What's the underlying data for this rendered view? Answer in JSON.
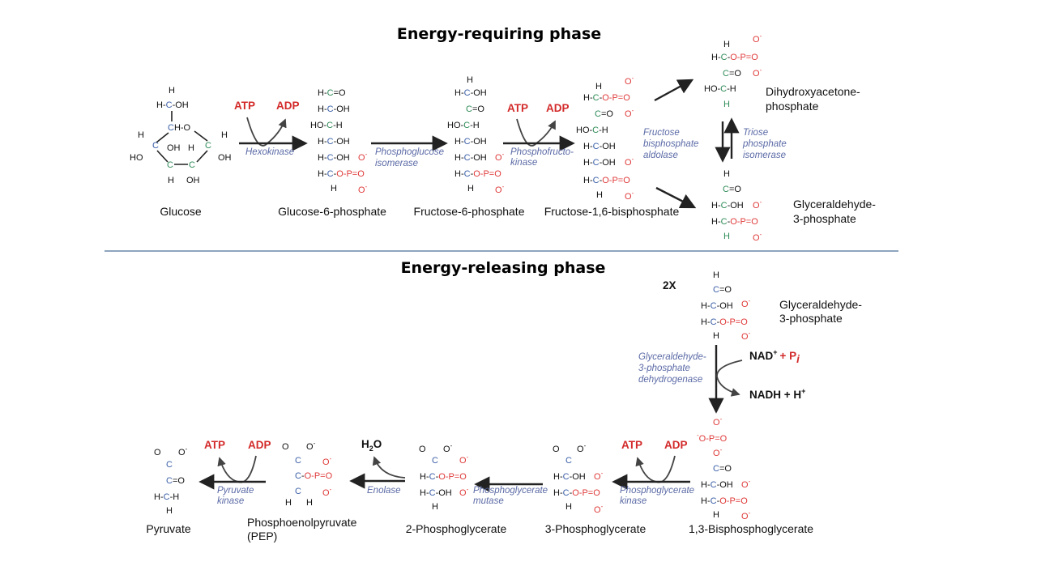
{
  "phases": {
    "top_title": "Energy-requiring phase",
    "bottom_title": "Energy-releasing phase"
  },
  "multiplier": "2X",
  "molecules": {
    "glucose": "Glucose",
    "g6p": "Glucose-6-phosphate",
    "f6p": "Fructose-6-phosphate",
    "f16bp": "Fructose-1,6-bisphosphate",
    "dhap_line1": "Dihydroxyacetone-",
    "dhap_line2": "phosphate",
    "g3p_line1": "Glyceraldehyde-",
    "g3p_line2": "3-phosphate",
    "g3p2_line1": "Glyceraldehyde-",
    "g3p2_line2": "3-phosphate",
    "bpg13": "1,3-Bisphosphoglycerate",
    "pg3": "3-Phosphoglycerate",
    "pg2": "2-Phosphoglycerate",
    "pep_line1": "Phosphoenolpyruvate",
    "pep_line2": "(PEP)",
    "pyruvate": "Pyruvate"
  },
  "enzymes": {
    "hexokinase": "Hexokinase",
    "pgi_line1": "Phosphoglucose",
    "pgi_line2": "isomerase",
    "pfk_line1": "Phosphofructo-",
    "pfk_line2": "kinase",
    "aldolase_line1": "Fructose",
    "aldolase_line2": "bisphosphate",
    "aldolase_line3": "aldolase",
    "tpi_line1": "Triose",
    "tpi_line2": "phosphate",
    "tpi_line3": "isomerase",
    "gapdh_line1": "Glyceraldehyde-",
    "gapdh_line2": "3-phosphate",
    "gapdh_line3": "dehydrogenase",
    "pgk_line1": "Phosphoglycerate",
    "pgk_line2": "kinase",
    "pgm_line1": "Phosphoglycerate",
    "pgm_line2": "mutase",
    "enolase": "Enolase",
    "pk_line1": "Pyruvate",
    "pk_line2": "kinase"
  },
  "cofactors": {
    "atp": "ATP",
    "adp": "ADP",
    "nad": "NAD",
    "nad_sup": "+",
    "plus_pi": "+ P",
    "pi_sub": "i",
    "nadh": "NADH + H",
    "nadh_sup": "+",
    "h2o_h": "H",
    "h2o_sub": "2",
    "h2o_o": "O"
  },
  "colors": {
    "cofactor_red": "#d32a2a",
    "enzyme_blue": "#5b6aa6",
    "carbon_green": "#2e8b57",
    "carbon_blue": "#3b5fa8",
    "phosphate_red": "#e03a3a",
    "divider": "#4a6f96"
  }
}
